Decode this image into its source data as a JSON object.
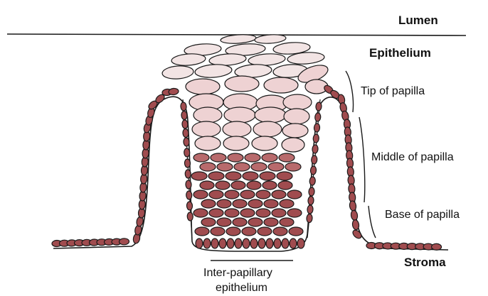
{
  "labels": {
    "lumen": "Lumen",
    "epithelium": "Epithelium",
    "tip": "Tip of papilla",
    "middle": "Middle of papilla",
    "base": "Base of papilla",
    "stroma": "Stroma",
    "inter_line1": "Inter-papillary",
    "inter_line2": "epithelium"
  },
  "colors": {
    "flat_cell_fill": "#f2e4e4",
    "tip_cell_fill": "#eed2d3",
    "basal_cell_fill": "#b86a6c",
    "dark_cell_fill": "#a04c4f",
    "outline": "#1a1a1a"
  }
}
